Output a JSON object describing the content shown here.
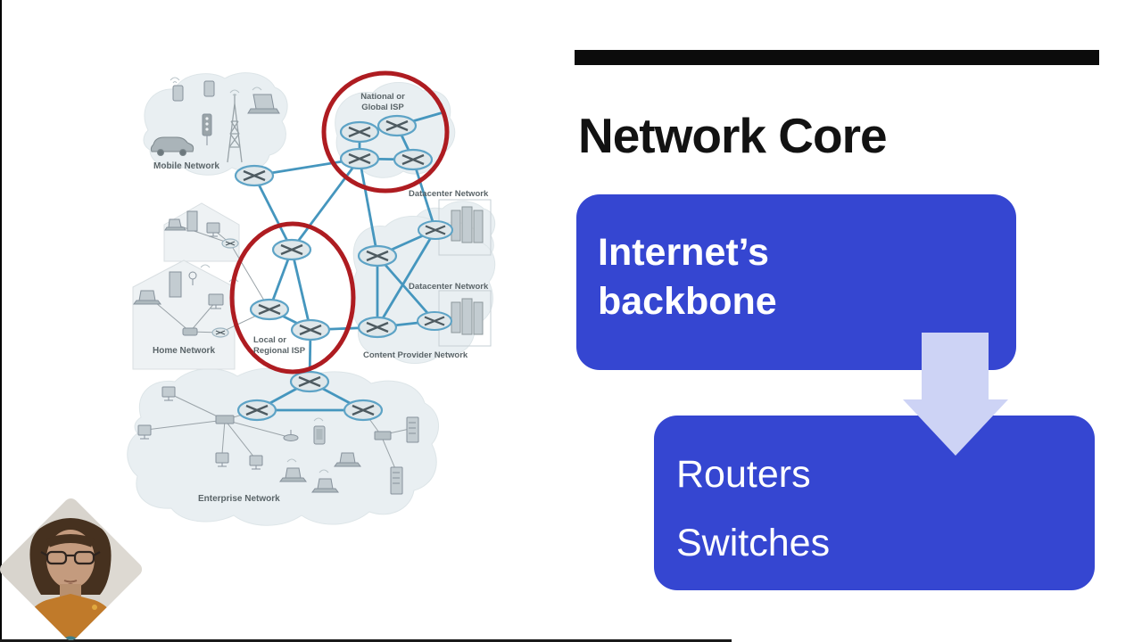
{
  "panel": {
    "title": "Network Core",
    "box1": {
      "line1": "Internet’s",
      "line2": "backbone"
    },
    "box2": {
      "line1": "Routers",
      "line2": "Switches"
    },
    "colors": {
      "box_bg": "#3546d1",
      "box_text": "#ffffff",
      "arrow": "#cdd3f5",
      "accent_bar": "#0c0c0c",
      "title_text": "#121212"
    }
  },
  "diagram": {
    "labels": {
      "mobile": "Mobile Network",
      "home": "Home Network",
      "enterprise": "Enterprise Network",
      "national_line1": "National or",
      "national_line2": "Global ISP",
      "local_line1": "Local or",
      "local_line2": "Regional ISP",
      "datacenter_top": "Datacenter Network",
      "datacenter_mid": "Datacenter Network",
      "content_provider": "Content Provider Network"
    },
    "colors": {
      "link": "#4596be",
      "highlight_circle": "#ae1c21",
      "cloud": "#e9eff2",
      "label_text": "#5a6468",
      "router_rim": "#5da3c6"
    }
  }
}
